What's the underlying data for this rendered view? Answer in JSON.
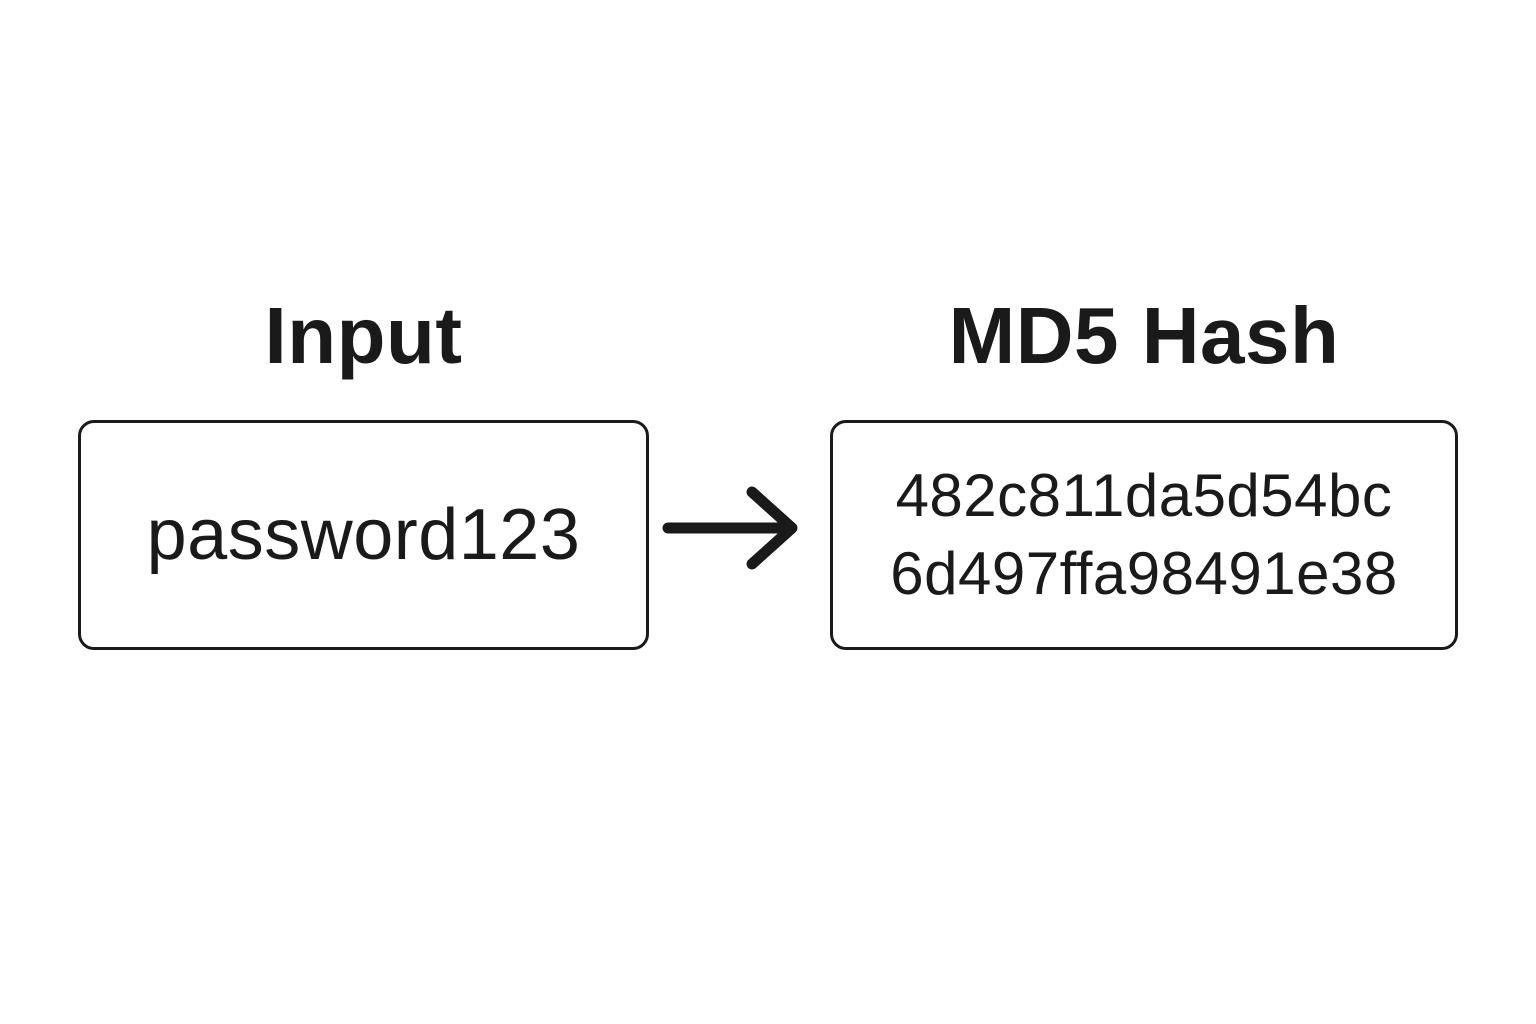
{
  "diagram": {
    "input": {
      "title": "Input",
      "value": "password123"
    },
    "output": {
      "title": "MD5 Hash",
      "hash_lines": [
        "482c811da5d54bc",
        "6d497ffa98491e38"
      ]
    },
    "arrow_icon": "arrow-right"
  },
  "colors": {
    "ink": "#1a1a1a",
    "background": "#ffffff",
    "box_border": "#1a1a1a"
  }
}
